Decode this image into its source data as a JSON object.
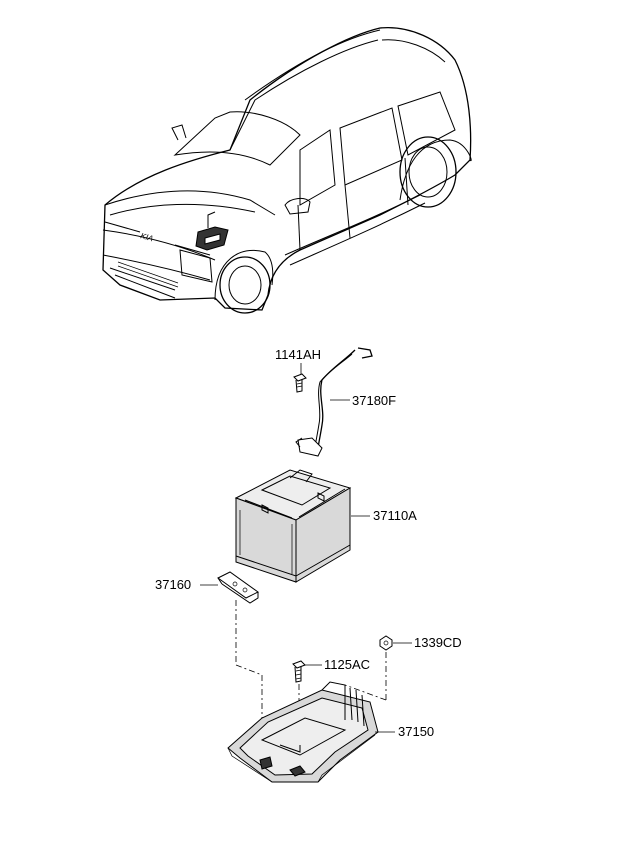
{
  "labels": {
    "bolt_1141AH": "1141AH",
    "cable_37180F": "37180F",
    "battery_37110A": "37110A",
    "clamp_37160": "37160",
    "nut_1339CD": "1339CD",
    "bolt_1125AC": "1125AC",
    "tray_37150": "37150"
  }
}
